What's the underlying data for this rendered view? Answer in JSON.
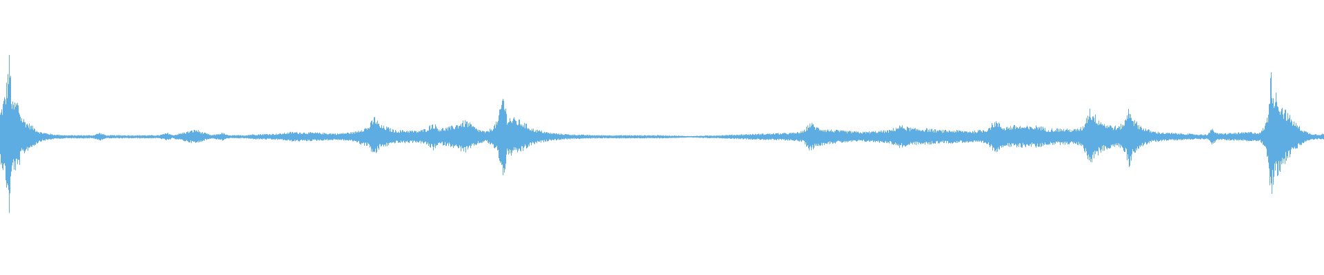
{
  "waveform": {
    "color": "#5dade2",
    "background": "#ffffff",
    "envelope": [
      [
        0.0,
        0.3
      ],
      [
        0.004,
        0.55
      ],
      [
        0.007,
        1.0
      ],
      [
        0.009,
        0.4
      ],
      [
        0.013,
        0.45
      ],
      [
        0.016,
        0.25
      ],
      [
        0.02,
        0.18
      ],
      [
        0.025,
        0.12
      ],
      [
        0.03,
        0.06
      ],
      [
        0.04,
        0.03
      ],
      [
        0.05,
        0.02
      ],
      [
        0.07,
        0.02
      ],
      [
        0.075,
        0.05
      ],
      [
        0.08,
        0.02
      ],
      [
        0.12,
        0.02
      ],
      [
        0.127,
        0.05
      ],
      [
        0.13,
        0.02
      ],
      [
        0.148,
        0.09
      ],
      [
        0.152,
        0.06
      ],
      [
        0.16,
        0.02
      ],
      [
        0.168,
        0.05
      ],
      [
        0.172,
        0.02
      ],
      [
        0.185,
        0.02
      ],
      [
        0.19,
        0.03
      ],
      [
        0.212,
        0.04
      ],
      [
        0.22,
        0.06
      ],
      [
        0.24,
        0.05
      ],
      [
        0.255,
        0.04
      ],
      [
        0.268,
        0.06
      ],
      [
        0.273,
        0.1
      ],
      [
        0.278,
        0.12
      ],
      [
        0.283,
        0.25
      ],
      [
        0.287,
        0.14
      ],
      [
        0.292,
        0.12
      ],
      [
        0.298,
        0.08
      ],
      [
        0.308,
        0.08
      ],
      [
        0.315,
        0.07
      ],
      [
        0.322,
        0.1
      ],
      [
        0.327,
        0.17
      ],
      [
        0.332,
        0.1
      ],
      [
        0.34,
        0.12
      ],
      [
        0.347,
        0.17
      ],
      [
        0.352,
        0.2
      ],
      [
        0.36,
        0.1
      ],
      [
        0.367,
        0.06
      ],
      [
        0.372,
        0.12
      ],
      [
        0.376,
        0.2
      ],
      [
        0.38,
        0.55
      ],
      [
        0.383,
        0.25
      ],
      [
        0.389,
        0.22
      ],
      [
        0.395,
        0.18
      ],
      [
        0.402,
        0.1
      ],
      [
        0.415,
        0.05
      ],
      [
        0.43,
        0.03
      ],
      [
        0.45,
        0.02
      ],
      [
        0.47,
        0.02
      ],
      [
        0.5,
        0.02
      ],
      [
        0.52,
        0.01
      ],
      [
        0.545,
        0.02
      ],
      [
        0.56,
        0.03
      ],
      [
        0.58,
        0.04
      ],
      [
        0.6,
        0.05
      ],
      [
        0.607,
        0.07
      ],
      [
        0.612,
        0.18
      ],
      [
        0.617,
        0.12
      ],
      [
        0.625,
        0.09
      ],
      [
        0.64,
        0.07
      ],
      [
        0.652,
        0.06
      ],
      [
        0.662,
        0.07
      ],
      [
        0.672,
        0.08
      ],
      [
        0.68,
        0.14
      ],
      [
        0.69,
        0.1
      ],
      [
        0.7,
        0.1
      ],
      [
        0.71,
        0.08
      ],
      [
        0.72,
        0.08
      ],
      [
        0.735,
        0.07
      ],
      [
        0.745,
        0.09
      ],
      [
        0.752,
        0.2
      ],
      [
        0.758,
        0.12
      ],
      [
        0.768,
        0.14
      ],
      [
        0.778,
        0.12
      ],
      [
        0.785,
        0.14
      ],
      [
        0.79,
        0.1
      ],
      [
        0.8,
        0.1
      ],
      [
        0.812,
        0.09
      ],
      [
        0.818,
        0.12
      ],
      [
        0.823,
        0.35
      ],
      [
        0.828,
        0.25
      ],
      [
        0.835,
        0.16
      ],
      [
        0.845,
        0.12
      ],
      [
        0.85,
        0.2
      ],
      [
        0.853,
        0.38
      ],
      [
        0.857,
        0.2
      ],
      [
        0.863,
        0.12
      ],
      [
        0.87,
        0.07
      ],
      [
        0.88,
        0.05
      ],
      [
        0.895,
        0.04
      ],
      [
        0.905,
        0.03
      ],
      [
        0.912,
        0.03
      ],
      [
        0.916,
        0.1
      ],
      [
        0.92,
        0.04
      ],
      [
        0.935,
        0.05
      ],
      [
        0.945,
        0.06
      ],
      [
        0.952,
        0.05
      ],
      [
        0.956,
        0.15
      ],
      [
        0.958,
        0.3
      ],
      [
        0.96,
        0.78
      ],
      [
        0.963,
        0.55
      ],
      [
        0.968,
        0.4
      ],
      [
        0.973,
        0.28
      ],
      [
        0.978,
        0.18
      ],
      [
        0.985,
        0.08
      ],
      [
        0.99,
        0.04
      ],
      [
        0.996,
        0.03
      ],
      [
        1.0,
        0.04
      ]
    ]
  }
}
